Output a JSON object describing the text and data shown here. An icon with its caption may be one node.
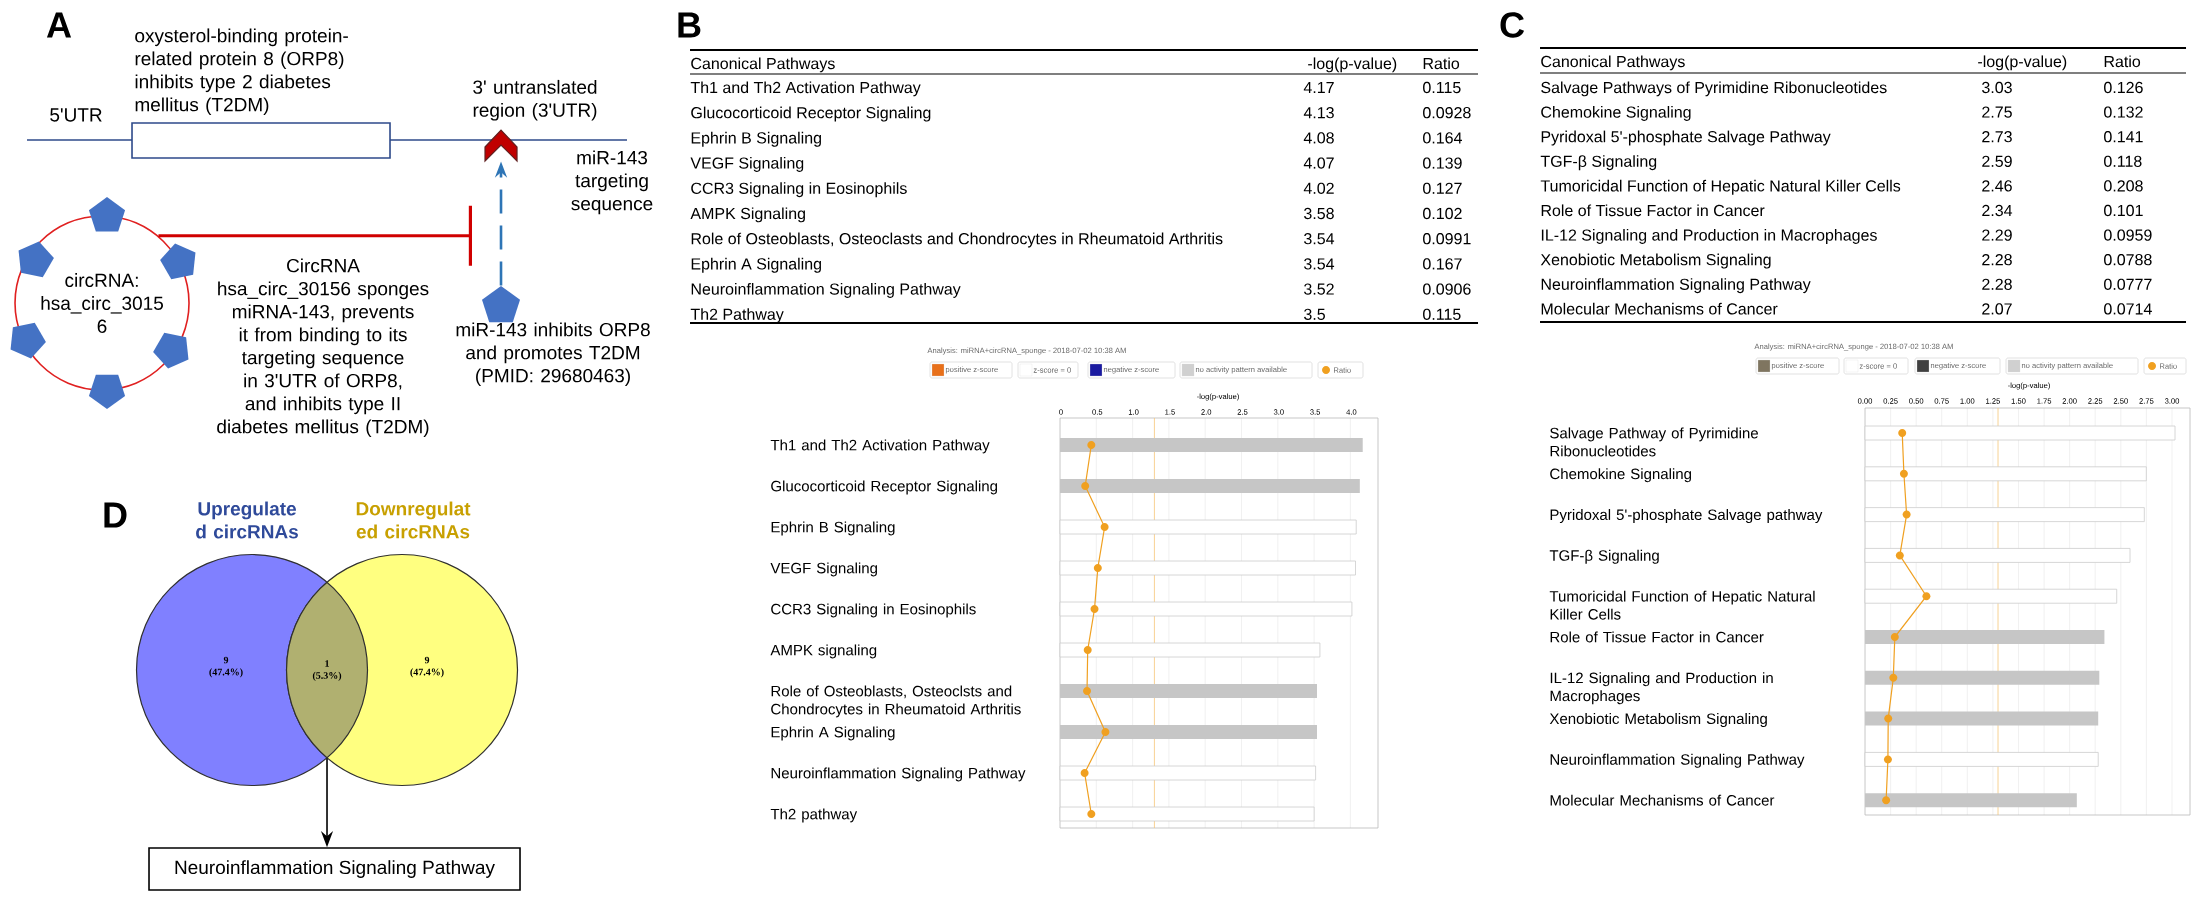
{
  "diagram": {
    "nodes": [
      {
        "text": [
          "oxysterol-binding protein-related protein 8 (ORP8) inhibits type 2 diabetes mellitus (T2DM)"
        ]
      },
      {
        "text": [],
        "shape": "chevron",
        "beside": [
          "3' untranslated region (3'UTR)"
        ]
      },
      {
        "text": [
          "circRNA: hsa_circ_3015 6"
        ]
      },
      {
        "text": [],
        "shape": "pentagon",
        "beside": [
          "miR-143 inhibits ORP8 and promotes T2DM (PMID: 29680463)"
        ]
      },
      {
        "text": [
          "Upregulate d circRNAs",
          "9 (47.4%)"
        ]
      },
      {
        "text": [
          "Downregulat ed circRNAs",
          "9 (47.4%)"
        ]
      },
      {
        "text": [
          "1 (5.3%)"
        ]
      },
      {
        "text": [
          "Neuroinflammation Signaling Pathway"
        ]
      }
    ],
    "edges": [
      {
        "from": 3,
        "to": 1,
        "arrow": "to",
        "style": "dashed",
        "color": "#2e75b6"
      },
      {
        "from": 2,
        "to": null,
        "arrow": "other",
        "color": "#d00000",
        "label": "CircRNA hsa_circ_30156 sponges miRNA-143, prevents it from binding to its targeting sequence in 3'UTR of ORP8, and inhibits type II diabetes mellitus (T2DM)"
      },
      {
        "from": 6,
        "to": 7,
        "arrow": "to",
        "color": "#000000"
      }
    ],
    "labels": [
      "A",
      "5'UTR",
      "miR-143 targeting sequence",
      "B",
      "Canonical Pathways",
      "-log(p-value)",
      "Ratio",
      "Th1 and Th2 Activation Pathway",
      "4.17",
      "0.115",
      "Glucocorticoid Receptor Signaling",
      "4.13",
      "0.0928",
      "Ephrin B Signaling",
      "4.08",
      "0.164",
      "VEGF Signaling",
      "4.07",
      "0.139",
      "CCR3 Signaling in Eosinophils",
      "4.02",
      "0.127",
      "AMPK Signaling",
      "3.58",
      "0.102",
      "Role of Osteoblasts, Osteoclasts and Chondrocytes in Rheumatoid Arthritis",
      "3.54",
      "0.0991",
      "Ephrin A Signaling",
      "3.54",
      "0.167",
      "Neuroinflammation Signaling Pathway",
      "3.52",
      "0.0906",
      "Th2 Pathway",
      "3.5",
      "0.115",
      "C",
      "Canonical Pathways",
      "-log(p-value)",
      "Ratio",
      "Salvage Pathways of Pyrimidine Ribonucleotides",
      "3.03",
      "0.126",
      "Chemokine Signaling",
      "2.75",
      "0.132",
      "Pyridoxal 5'-phosphate Salvage Pathway",
      "2.73",
      "0.141",
      "TGF-β Signaling",
      "2.59",
      "0.118",
      "Tumoricidal Function of Hepatic Natural Killer Cells",
      "2.46",
      "0.208",
      "Role of Tissue Factor in Cancer",
      "2.34",
      "0.101",
      "IL-12 Signaling and Production in Macrophages",
      "2.29",
      "0.0959",
      "Xenobiotic Metabolism Signaling",
      "2.28",
      "0.0788",
      "Neuroinflammation Signaling Pathway",
      "2.28",
      "0.0777",
      "Molecular Mechanisms of Cancer",
      "2.07",
      "0.0714",
      "Analysis: miRNA+circRNA_sponge - 2018-07-02 10:38 AM",
      "-log(p-value)",
      "0",
      "0.5",
      "1.0",
      "1.5",
      "2.0",
      "2.5",
      "3.0",
      "3.5",
      "4.0",
      "Th1 and Th2 Activation Pathway",
      "Glucocorticoid Receptor Signaling",
      "Ephrin B Signaling",
      "VEGF Signaling",
      "CCR3 Signaling in Eosinophils",
      "AMPK signaling",
      "Role of Osteoblasts, Osteoclsts and Chondrocytes in Rheumatoid Arthritis",
      "Ephrin A Signaling",
      "Neuroinflammation Signaling Pathway",
      "Th2 pathway",
      "Analysis: miRNA+circRNA_sponge - 2018-07-02 10:38 AM",
      "-log(p-value)",
      "0.00",
      "0.25",
      "0.50",
      "0.75",
      "1.00",
      "1.25",
      "1.50",
      "1.75",
      "2.00",
      "2.25",
      "2.50",
      "2.75",
      "3.00",
      "Salvage Pathway of Pyrimidine Ribonucleotides",
      "Chemokine Signaling",
      "Pyridoxal 5'-phosphate Salvage pathway",
      "TGF-β Signaling",
      "Tumoricidal Function of Hepatic Natural Killer Cells",
      "Role of Tissue Factor in Cancer",
      "IL-12 Signaling and Production in Macrophages",
      "Xenobiotic Metabolism Signaling",
      "Neuroinflammation Signaling Pathway",
      "Molecular Mechanisms of Cancer",
      "D"
    ],
    "legend": [
      {
        "text": "positive z-score",
        "color": "#e8701a"
      },
      {
        "text": "z-score = 0",
        "color": "#ffffff"
      },
      {
        "text": "negative z-score",
        "color": "#1a1aa0"
      },
      {
        "text": "no activity pattern available",
        "color": "#d0d0d0"
      },
      {
        "text": "Ratio"
      },
      {
        "text": "positive z-score",
        "color": "#7f7560"
      },
      {
        "text": "z-score = 0",
        "color": "#ffffff"
      },
      {
        "text": "negative z-score",
        "color": "#404040"
      },
      {
        "text": "no activity pattern available",
        "color": "#d0d0d0"
      },
      {
        "text": "Ratio"
      }
    ]
  }
}
